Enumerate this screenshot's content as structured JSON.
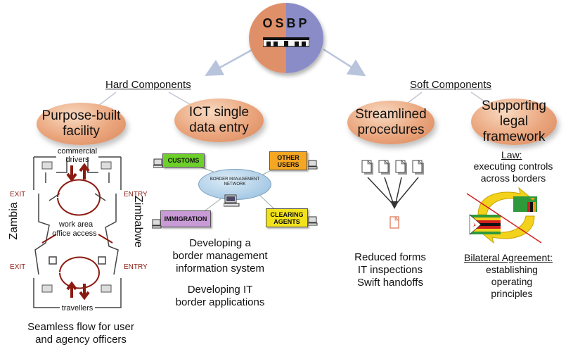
{
  "root": {
    "title": "OSBP"
  },
  "left": {
    "heading": "Hard Components",
    "facility": {
      "title_line1": "Purpose-built",
      "title_line2": "facility",
      "top_label_line1": "commercial",
      "top_label_line2": "drivers",
      "exit_top": "EXIT",
      "entry_top": "ENTRY",
      "exit_bottom": "EXIT",
      "entry_bottom": "ENTRY",
      "side_left": "Zambia",
      "side_right": "Zimbabwe",
      "work_area": "work area",
      "office_access": "office access",
      "bottom_label": "travellers",
      "caption_line1": "Seamless flow for user",
      "caption_line2": "and agency officers"
    },
    "ict": {
      "title_line1": "ICT single",
      "title_line2": "data entry",
      "network_line1": "BORDER MANAGEMENT",
      "network_line2": "NETWORK",
      "customs": "CUSTOMS",
      "other_users_line1": "OTHER",
      "other_users_line2": "USERS",
      "immigration": "IMMIGRATION",
      "clearing_line1": "CLEARING",
      "clearing_line2": "AGENTS",
      "caption1_line1": "Developing a",
      "caption1_line2": "border management",
      "caption1_line3": "information system",
      "caption2_line1": "Developing IT",
      "caption2_line2": "border applications"
    }
  },
  "right": {
    "heading": "Soft Components",
    "procedures": {
      "title_line1": "Streamlined",
      "title_line2": "procedures",
      "caption_line1": "Reduced forms",
      "caption_line2": "IT inspections",
      "caption_line3": "Swift handoffs"
    },
    "legal": {
      "title_line1": "Supporting",
      "title_line2": "legal",
      "title_line3": "framework",
      "law_heading": "Law:",
      "law_line1": "executing controls",
      "law_line2": "across borders",
      "bilateral_heading": "Bilateral Agreement:",
      "bilateral_line1": "establishing",
      "bilateral_line2": "operating",
      "bilateral_line3": "principles"
    }
  },
  "colors": {
    "oval_orange": "#e59a6e",
    "osbp_blue": "#8888c8",
    "arrow_blue": "#b8c4dc",
    "accent_red": "#8b1a10",
    "tag_green": "#6ccf2a",
    "tag_orange": "#f5a623",
    "tag_purple": "#c89ad6",
    "tag_yellow": "#f2e21c",
    "network_blue": "#a9cbe6"
  }
}
